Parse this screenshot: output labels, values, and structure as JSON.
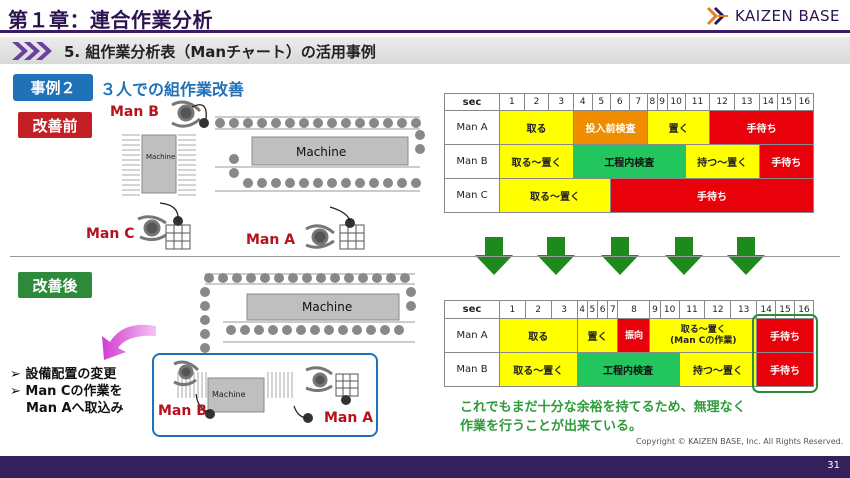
{
  "header": {
    "chapter_title": "第１章：連合作業分析",
    "logo_text": "KAIZEN BASE"
  },
  "section": {
    "title": "5. 組作業分析表（Manチャート）の活用事例"
  },
  "example": {
    "badge": "事例２",
    "title": "３人での組作業改善"
  },
  "before": {
    "badge": "改善前",
    "machine_label": "Machine",
    "small_machine_label": "Machine",
    "man_a": "Man A",
    "man_b": "Man B",
    "man_c": "Man C"
  },
  "after": {
    "badge": "改善後",
    "machine_label": "Machine",
    "small_machine_label": "Machine",
    "man_a": "Man A",
    "man_b": "Man B",
    "bullets": [
      "設備配置の変更",
      "Man Cの作業を",
      "Man Aへ取込み"
    ]
  },
  "gantt_before": {
    "sec_label": "sec",
    "seconds": [
      "1",
      "2",
      "3",
      "4",
      "5",
      "6",
      "7",
      "8",
      "9",
      "10",
      "11",
      "12",
      "13",
      "14",
      "15",
      "16"
    ],
    "rows": [
      {
        "label": "Man A",
        "blocks": [
          {
            "text": "取る",
            "span": 3,
            "color": "yellow"
          },
          {
            "text": "投入前検査",
            "span": 4,
            "color": "orange"
          },
          {
            "text": "置く",
            "span": 4,
            "color": "yellow"
          },
          {
            "text": "手待ち",
            "span": 5,
            "color": "red"
          }
        ]
      },
      {
        "label": "Man B",
        "blocks": [
          {
            "text": "取る～置く",
            "span": 3,
            "color": "yellow"
          },
          {
            "text": "工程内検査",
            "span": 7,
            "color": "green"
          },
          {
            "text": "持つ～置く",
            "span": 3,
            "color": "yellow"
          },
          {
            "text": "手待ち",
            "span": 3,
            "color": "red"
          }
        ]
      },
      {
        "label": "Man C",
        "blocks": [
          {
            "text": "取る～置く",
            "span": 5,
            "color": "yellow"
          },
          {
            "text": "手待ち",
            "span": 11,
            "color": "red"
          }
        ]
      }
    ]
  },
  "gantt_after": {
    "sec_label": "sec",
    "seconds": [
      "1",
      "2",
      "3",
      "4",
      "5",
      "6",
      "7",
      "8",
      "9",
      "10",
      "11",
      "12",
      "13",
      "14",
      "15",
      "16"
    ],
    "rows": [
      {
        "label": "Man A",
        "blocks": [
          {
            "text": "取る",
            "span": 3,
            "color": "yellow"
          },
          {
            "text": "置く",
            "span": 4,
            "color": "yellow"
          },
          {
            "text": "振向",
            "span": 1,
            "color": "red"
          },
          {
            "text": "取る～置く\n(Man Cの作業)",
            "span": 5,
            "color": "yellow"
          },
          {
            "text": "手待ち",
            "span": 3,
            "color": "red"
          }
        ]
      },
      {
        "label": "Man B",
        "blocks": [
          {
            "text": "取る～置く",
            "span": 3,
            "color": "yellow"
          },
          {
            "text": "工程内検査",
            "span": 7,
            "color": "green"
          },
          {
            "text": "持つ～置く",
            "span": 3,
            "color": "yellow"
          },
          {
            "text": "手待ち",
            "span": 3,
            "color": "red"
          }
        ]
      }
    ]
  },
  "conclusion": [
    "これでもまだ十分な余裕を持てるため、無理なく",
    "作業を行うことが出来ている。"
  ],
  "copyright": "Copyright ©  KAIZEN BASE, Inc. All Rights Reserved.",
  "page_number": "31",
  "colors": {
    "header": "#2b1450",
    "accent_blue": "#1f72b8",
    "before_red": "#c41f25",
    "after_green": "#2d8a3a",
    "yellow": "#ffff00",
    "orange": "#f08c00",
    "green": "#22c55e",
    "red": "#e8000a"
  },
  "icons": [
    "kaizen-logo-icon",
    "section-arrow-icon",
    "down-arrow-icon",
    "curved-arrow-icon",
    "worker-icon",
    "parts-tray-icon",
    "conveyor-icon"
  ]
}
